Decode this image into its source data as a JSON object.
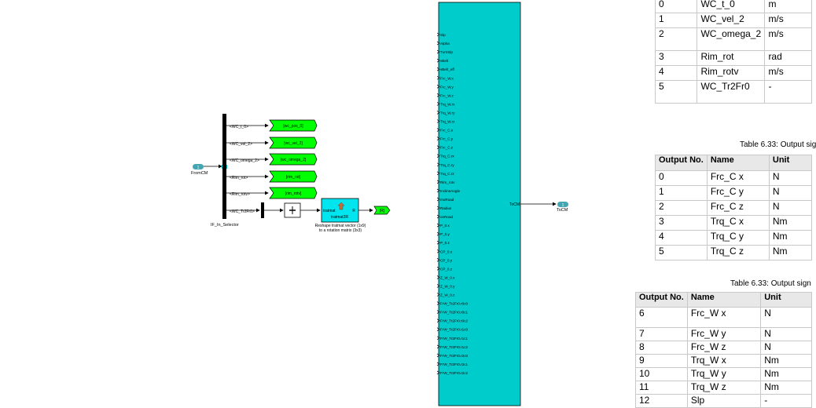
{
  "diagram": {
    "selector": {
      "input_label": "FromCM",
      "block_label": "IF_In_Selector",
      "outputs": [
        {
          "signal": "<WC_t_0>",
          "goto": "[wc_pos_0]"
        },
        {
          "signal": "<WC_vel_2>",
          "goto": "[wc_vel_2]"
        },
        {
          "signal": "<WC_omega_2>",
          "goto": "[wc_omega_2]"
        },
        {
          "signal": "<Rim_rot>",
          "goto": "[rim_rot]"
        },
        {
          "signal": "<Rim_rotv>",
          "goto": "[rim_rotv]"
        }
      ],
      "last_signal": "<WC_Tr2Fr0>"
    },
    "reshape": {
      "inport_label": "tratmat",
      "outport_label": "R",
      "name": "tratmat2R",
      "caption_line1": "Reshape tratmat vector (1x9)",
      "caption_line2": "to a rotation matrix (3x3)",
      "goto": "[R]"
    },
    "bus": {
      "inputs": [
        "Slp",
        "Alpha",
        "TurnSlp",
        "vBelt",
        "vBelt_eff",
        "Frc_W.x",
        "Frc_W.y",
        "Frc_W.z",
        "Trq_W.rx",
        "Trq_W.ry",
        "Trq_W.rz",
        "Frc_C.x",
        "Frc_C.y",
        "Frc_C.z",
        "Trq_C.rx",
        "Trq_C.ry",
        "Trq_C.rz",
        "Rim_rotv",
        "InclineAngle",
        "muRoad",
        "Radius",
        "onRoad",
        "P_0.x",
        "P_0.y",
        "P_0.z",
        "CP_0.x",
        "CP_0.y",
        "CP_0.z",
        "Z_W_0.x",
        "Z_W_0.y",
        "Z_W_0.z",
        "FrW_Tr2Fr0.r0c0",
        "FrW_Tr2Fr0.r0c1",
        "FrW_Tr2Fr0.r0c2",
        "FrW_Tr2Fr0.r1c0",
        "FrW_Tr2Fr0.r1c1",
        "FrW_Tr2Fr0.r1c2",
        "FrW_Tr2Fr0.r2c0",
        "FrW_Tr2Fr0.r2c1",
        "FrW_Tr2Fr0.r2c2"
      ],
      "output_label": "ToCM",
      "outport_label": "ToCM"
    },
    "colors": {
      "goto_green": "#00ff00",
      "bus_cyan": "#00cccc",
      "block_cyan": "#00e5ee",
      "port_teal": "#44a6b0"
    }
  },
  "tables": {
    "top_rows": [
      {
        "no": "0",
        "name": "WC_t_0",
        "unit": "m"
      },
      {
        "no": "1",
        "name": "WC_vel_2",
        "unit": "m/s"
      },
      {
        "no": "2",
        "name": "WC_omega_2",
        "unit": "m/s"
      },
      {
        "no": "3",
        "name": "Rim_rot",
        "unit": "rad"
      },
      {
        "no": "4",
        "name": "Rim_rotv",
        "unit": "m/s"
      },
      {
        "no": "5",
        "name": "WC_Tr2Fr0",
        "unit": "-"
      }
    ],
    "caption_mid": "Table 6.33: Output sig",
    "mid_headers": {
      "no": "Output No.",
      "name": "Name",
      "unit": "Unit"
    },
    "mid_rows": [
      {
        "no": "0",
        "name": "Frc_C x",
        "unit": "N"
      },
      {
        "no": "1",
        "name": "Frc_C y",
        "unit": "N"
      },
      {
        "no": "2",
        "name": "Frc_C z",
        "unit": "N"
      },
      {
        "no": "3",
        "name": "Trq_C x",
        "unit": "Nm"
      },
      {
        "no": "4",
        "name": "Trq_C y",
        "unit": "Nm"
      },
      {
        "no": "5",
        "name": "Trq_C z",
        "unit": "Nm"
      }
    ],
    "caption_bottom": "Table 6.33: Output sign",
    "bottom_headers": {
      "no": "Output No.",
      "name": "Name",
      "unit": "Unit"
    },
    "bottom_rows": [
      {
        "no": "6",
        "name": "Frc_W x",
        "unit": "N"
      },
      {
        "no": "7",
        "name": "Frc_W y",
        "unit": "N"
      },
      {
        "no": "8",
        "name": "Frc_W z",
        "unit": "N"
      },
      {
        "no": "9",
        "name": "Trq_W x",
        "unit": "Nm"
      },
      {
        "no": "10",
        "name": "Trq_W y",
        "unit": "Nm"
      },
      {
        "no": "11",
        "name": "Trq_W z",
        "unit": "Nm"
      },
      {
        "no": "12",
        "name": "Slp",
        "unit": "-"
      }
    ]
  }
}
